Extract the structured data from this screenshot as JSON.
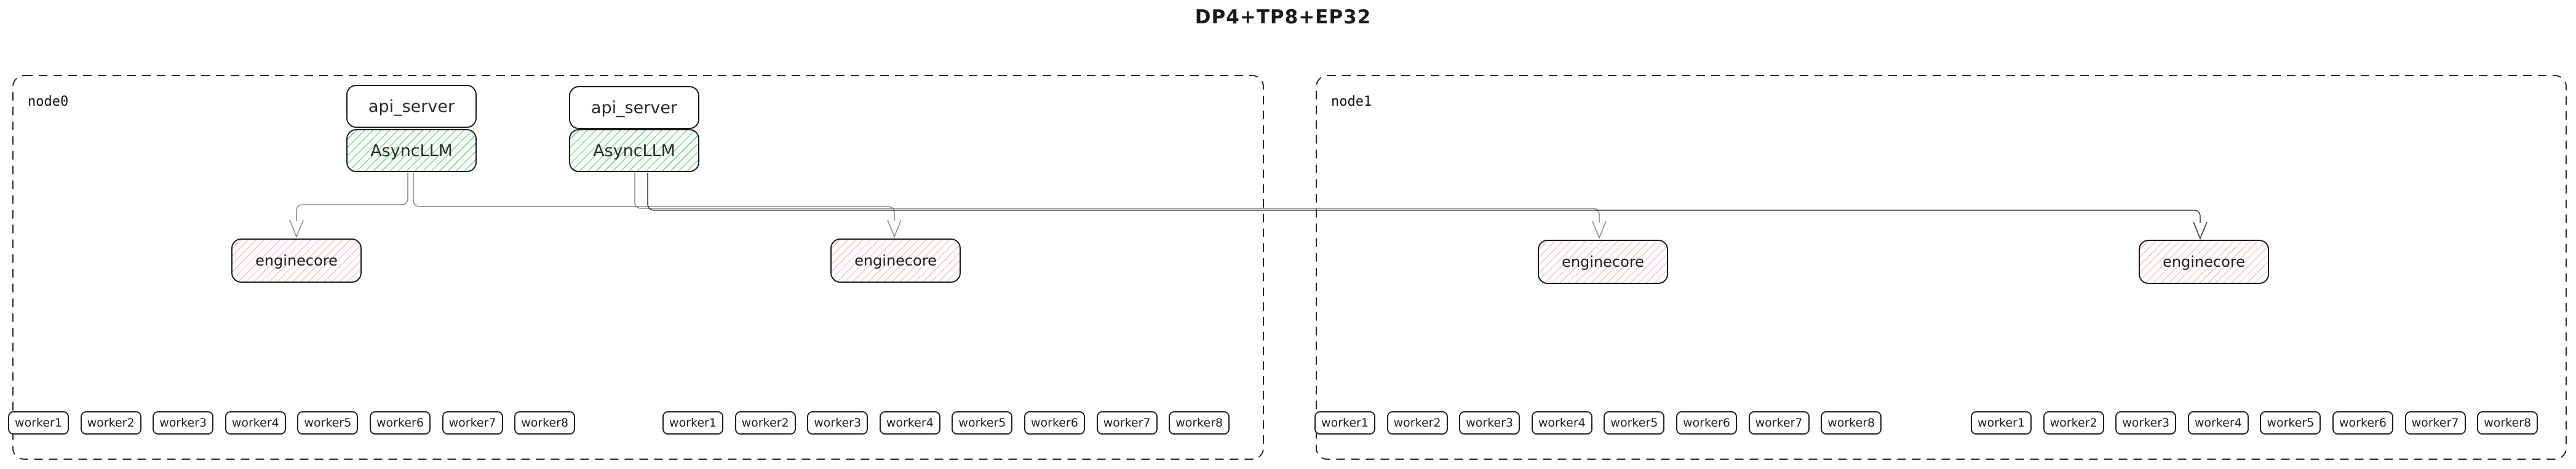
{
  "title": "DP4+TP8+EP32",
  "colors": {
    "green_hatch": "#7bd98d",
    "red_hatch": "#e89090",
    "edge_gray": "#8a8a8a",
    "edge_dark": "#3b3b3b",
    "box_border": "#1c1c1c"
  },
  "nodes": [
    {
      "label": "node0",
      "stacks": [
        {
          "api_server": "api_server",
          "async_llm": "AsyncLLM"
        },
        {
          "api_server": "api_server",
          "async_llm": "AsyncLLM"
        }
      ],
      "enginecores": [
        "enginecore",
        "enginecore"
      ],
      "worker_rows": [
        [
          "worker1",
          "worker2",
          "worker3",
          "worker4",
          "worker5",
          "worker6",
          "worker7",
          "worker8"
        ],
        [
          "worker1",
          "worker2",
          "worker3",
          "worker4",
          "worker5",
          "worker6",
          "worker7",
          "worker8"
        ]
      ]
    },
    {
      "label": "node1",
      "stacks": [],
      "enginecores": [
        "enginecore",
        "enginecore"
      ],
      "worker_rows": [
        [
          "worker1",
          "worker2",
          "worker3",
          "worker4",
          "worker5",
          "worker6",
          "worker7",
          "worker8"
        ],
        [
          "worker1",
          "worker2",
          "worker3",
          "worker4",
          "worker5",
          "worker6",
          "worker7",
          "worker8"
        ]
      ]
    }
  ],
  "edges": [
    {
      "from": "node0-asyncllm-1",
      "to": "node0-enginecore-1"
    },
    {
      "from": "node0-asyncllm-1",
      "to": "node0-enginecore-2"
    },
    {
      "from": "node0-asyncllm-2",
      "to": "node1-enginecore-1"
    },
    {
      "from": "node0-asyncllm-2",
      "to": "node1-enginecore-2"
    }
  ]
}
